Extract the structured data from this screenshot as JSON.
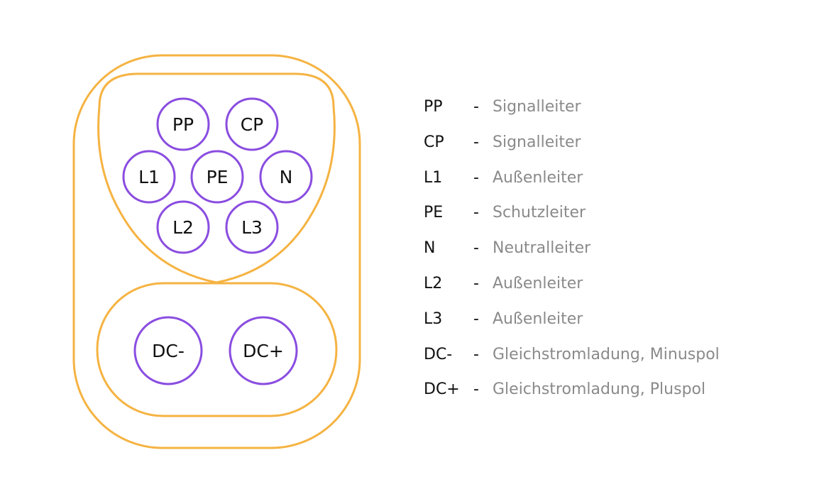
{
  "colors": {
    "housing": "#F5B342",
    "pin": "#8A4DE0",
    "code_text": "#111111",
    "desc_text": "#8A8A8A"
  },
  "pins": {
    "pp": "PP",
    "cp": "CP",
    "l1": "L1",
    "pe": "PE",
    "n": "N",
    "l2": "L2",
    "l3": "L3",
    "dc_minus": "DC-",
    "dc_plus": "DC+"
  },
  "legend": [
    {
      "code": "PP",
      "dash": "-",
      "desc": "Signalleiter"
    },
    {
      "code": "CP",
      "dash": "-",
      "desc": "Signalleiter"
    },
    {
      "code": "L1",
      "dash": "-",
      "desc": "Außenleiter"
    },
    {
      "code": "PE",
      "dash": "-",
      "desc": "Schutzleiter"
    },
    {
      "code": "N",
      "dash": "-",
      "desc": "Neutralleiter"
    },
    {
      "code": "L2",
      "dash": "-",
      "desc": "Außenleiter"
    },
    {
      "code": "L3",
      "dash": "-",
      "desc": "Außenleiter"
    },
    {
      "code": "DC-",
      "dash": "-",
      "desc": "Gleichstromladung, Minuspol"
    },
    {
      "code": "DC+",
      "dash": "-",
      "desc": "Gleichstromladung, Pluspol"
    }
  ]
}
